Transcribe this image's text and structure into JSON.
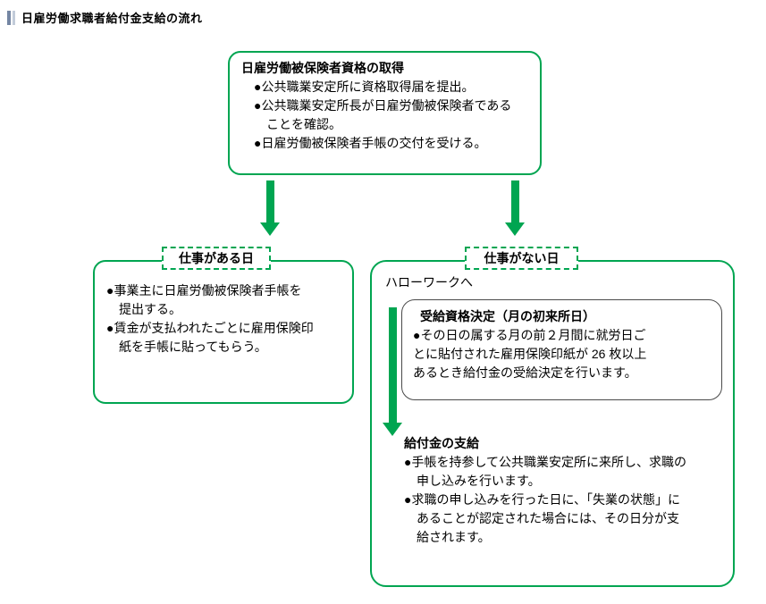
{
  "page": {
    "title": "日雇労働求職者給付金支給の流れ"
  },
  "flow": {
    "acquisition": {
      "title": "日雇労働被保険者資格の取得",
      "items": [
        "●公共職業安定所に資格取得届を提出。",
        "●公共職業安定所長が日雇労働被保険者であることを確認。",
        "●日雇労働被保険者手帳の交付を受ける。"
      ]
    },
    "work_day": {
      "label": "仕事がある日",
      "items": [
        "●事業主に日雇労働被保険者手帳を提出する。",
        "●賃金が支払われたごとに雇用保険印紙を手帳に貼ってもらう。"
      ]
    },
    "no_work_day": {
      "label": "仕事がない日",
      "heading": "ハローワークへ",
      "eligibility": {
        "title": "受給資格決定（月の初来所日）",
        "items": [
          "●その日の属する月の前２月間に就労日ごとに貼付された雇用保険印紙が 26 枚以上あるとき給付金の受給決定を行います。"
        ]
      },
      "payment": {
        "title": "給付金の支給",
        "items": [
          "●手帳を持参して公共職業安定所に来所し、求職の申し込みを行います。",
          "●求職の申し込みを行った日に、「失業の状態」にあることが認定された場合には、その日分が支給されます。"
        ]
      }
    }
  },
  "colors": {
    "green": "#00a551",
    "inner_border": "#4a4a4a",
    "title_bar_dark": "#7486a3",
    "title_bar_light": "#c2cbd9"
  }
}
